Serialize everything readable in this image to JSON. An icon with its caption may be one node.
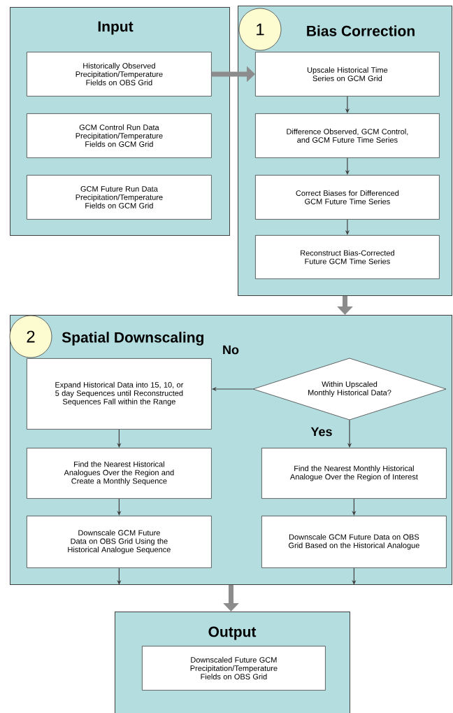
{
  "diagram": {
    "nodes": [
      {
        "text": [
          "Input"
        ]
      },
      {
        "text": [
          "Historically Observed Precipitation/Temperature Fields on OBS Grid"
        ],
        "in": 0
      },
      {
        "text": [
          "GCM Control Run Data Precipitation/Temperature Fields on GCM Grid"
        ],
        "in": 0
      },
      {
        "text": [
          "GCM Future Run Data Precipitation/Temperature Fields on GCM Grid"
        ],
        "in": 0
      },
      {
        "text": [
          "Bias Correction"
        ]
      },
      {
        "text": [
          "1"
        ],
        "in": 4
      },
      {
        "text": [
          "Upscale Historical Time Series on GCM Grid"
        ],
        "in": 4
      },
      {
        "text": [
          "Difference Observed, GCM Control, and GCM Future Time Series"
        ],
        "in": 4
      },
      {
        "text": [
          "Correct Biases for Differenced GCM Future Time Series"
        ],
        "in": 4
      },
      {
        "text": [
          "Reconstruct Bias-Corrected Future GCM Time Series"
        ],
        "in": 4
      },
      {
        "text": [
          "Spatial Downscaling"
        ]
      },
      {
        "text": [
          "2"
        ],
        "in": 10
      },
      {
        "text": [
          "Expand Historical Data into 15, 10, or 5 day Sequences until Reconstructed Sequences Fall within the Range"
        ],
        "in": 10
      },
      {
        "text": [
          "Within Upscaled Monthly Historical Data?"
        ],
        "in": 10
      },
      {
        "text": [
          "Find the Nearest Historical Analogues Over the Region and Create a Monthly Sequence"
        ],
        "in": 10
      },
      {
        "text": [
          "Find the Nearest Monthly Historical Analogue Over the Region of Interest"
        ],
        "in": 10
      },
      {
        "text": [
          "Downscale GCM Future Data on OBS Grid Using the Historical Analogue Sequence"
        ],
        "in": 10
      },
      {
        "text": [
          "Downscale GCM Future Data on OBS Grid Based on the Historical Analogue"
        ],
        "in": 10
      },
      {
        "text": [
          "Output"
        ]
      },
      {
        "text": [
          "Downscaled Future GCM Precipitation/Temperature Fields on OBS Grid"
        ],
        "in": 18
      }
    ],
    "edges": [
      {
        "from": 1,
        "to": 6,
        "arrow": "to",
        "style": "thick",
        "color": "#8c8c8c"
      },
      {
        "from": 6,
        "to": 7,
        "arrow": "to"
      },
      {
        "from": 7,
        "to": 8,
        "arrow": "to"
      },
      {
        "from": 8,
        "to": 9,
        "arrow": "to"
      },
      {
        "from": 4,
        "to": 10,
        "arrow": "to",
        "style": "thick",
        "color": "#8c8c8c"
      },
      {
        "from": 13,
        "to": 12,
        "arrow": "to",
        "label": "No"
      },
      {
        "from": 13,
        "to": 15,
        "arrow": "to",
        "label": "Yes"
      },
      {
        "from": 12,
        "to": 14,
        "arrow": "to"
      },
      {
        "from": 14,
        "to": 16,
        "arrow": "to"
      },
      {
        "from": 15,
        "to": 17,
        "arrow": "to"
      },
      {
        "from": 16,
        "to": null,
        "arrow": "to"
      },
      {
        "from": 17,
        "to": null,
        "arrow": "to"
      },
      {
        "from": 10,
        "to": 18,
        "arrow": "to",
        "style": "thick",
        "color": "#8c8c8c"
      }
    ]
  }
}
